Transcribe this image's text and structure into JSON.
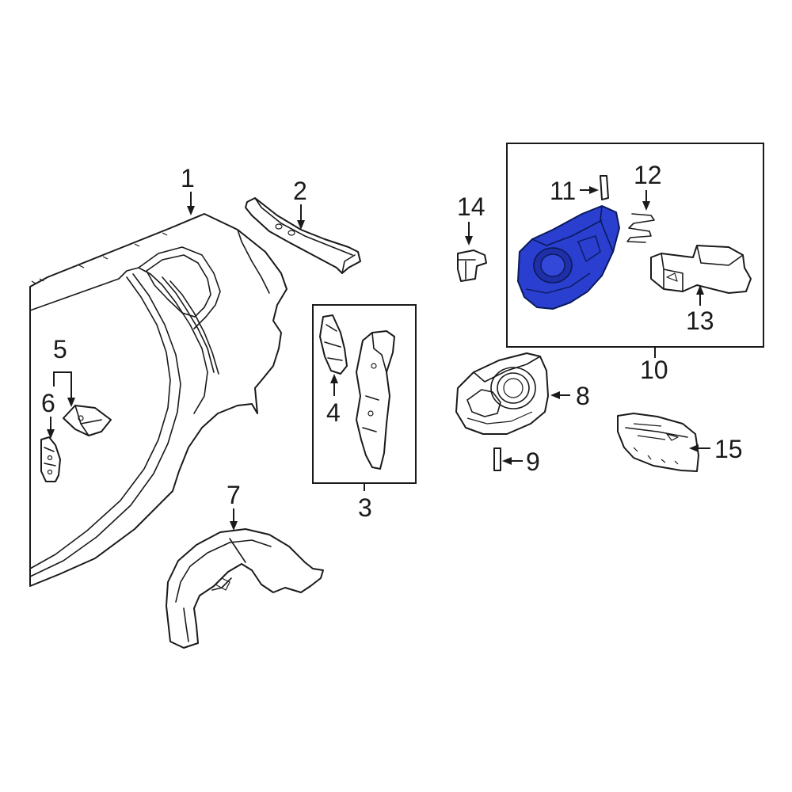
{
  "callouts": [
    {
      "id": "1",
      "label": "1"
    },
    {
      "id": "2",
      "label": "2"
    },
    {
      "id": "3",
      "label": "3"
    },
    {
      "id": "4",
      "label": "4"
    },
    {
      "id": "5",
      "label": "5"
    },
    {
      "id": "6",
      "label": "6"
    },
    {
      "id": "7",
      "label": "7"
    },
    {
      "id": "8",
      "label": "8"
    },
    {
      "id": "9",
      "label": "9"
    },
    {
      "id": "10",
      "label": "10"
    },
    {
      "id": "11",
      "label": "11"
    },
    {
      "id": "12",
      "label": "12"
    },
    {
      "id": "13",
      "label": "13"
    },
    {
      "id": "14",
      "label": "14"
    },
    {
      "id": "15",
      "label": "15"
    }
  ],
  "colors": {
    "highlight": "#2a3fcf",
    "line": "#1a1a1a",
    "background": "#ffffff"
  },
  "highlighted_part": "10"
}
